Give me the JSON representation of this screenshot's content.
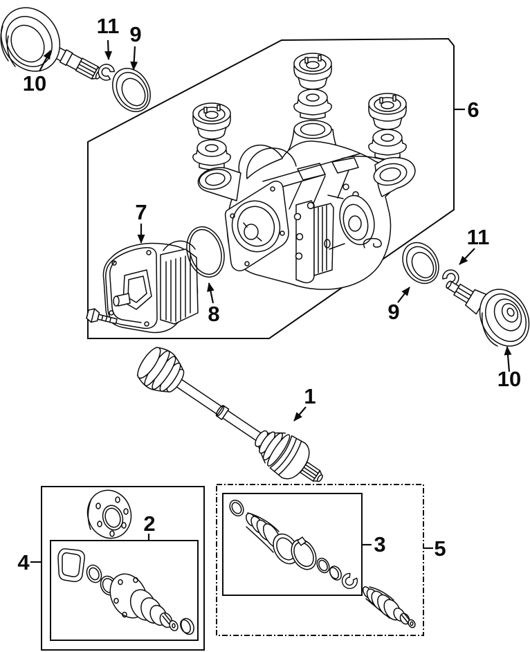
{
  "diagram": {
    "type": "exploded-parts-diagram",
    "subject": "rear-differential-and-cv-axle-assembly",
    "background_color": "#ffffff",
    "line_color": "#0b0b0b"
  },
  "callouts": {
    "axle_shaft": {
      "number": "1"
    },
    "inner_joint_kit": {
      "number": "2"
    },
    "boot_kit": {
      "number": "3"
    },
    "inner_joint_kit_box": {
      "number": "4"
    },
    "outer_joint_kit_box": {
      "number": "5"
    },
    "differential_assembly": {
      "number": "6"
    },
    "pump": {
      "number": "7"
    },
    "o_ring": {
      "number": "8"
    },
    "seal_left": {
      "number": "9"
    },
    "seal_right": {
      "number": "9"
    },
    "stub_flange_left": {
      "number": "10"
    },
    "stub_flange_right": {
      "number": "10"
    },
    "snap_ring_left": {
      "number": "11"
    },
    "snap_ring_right": {
      "number": "11"
    }
  }
}
